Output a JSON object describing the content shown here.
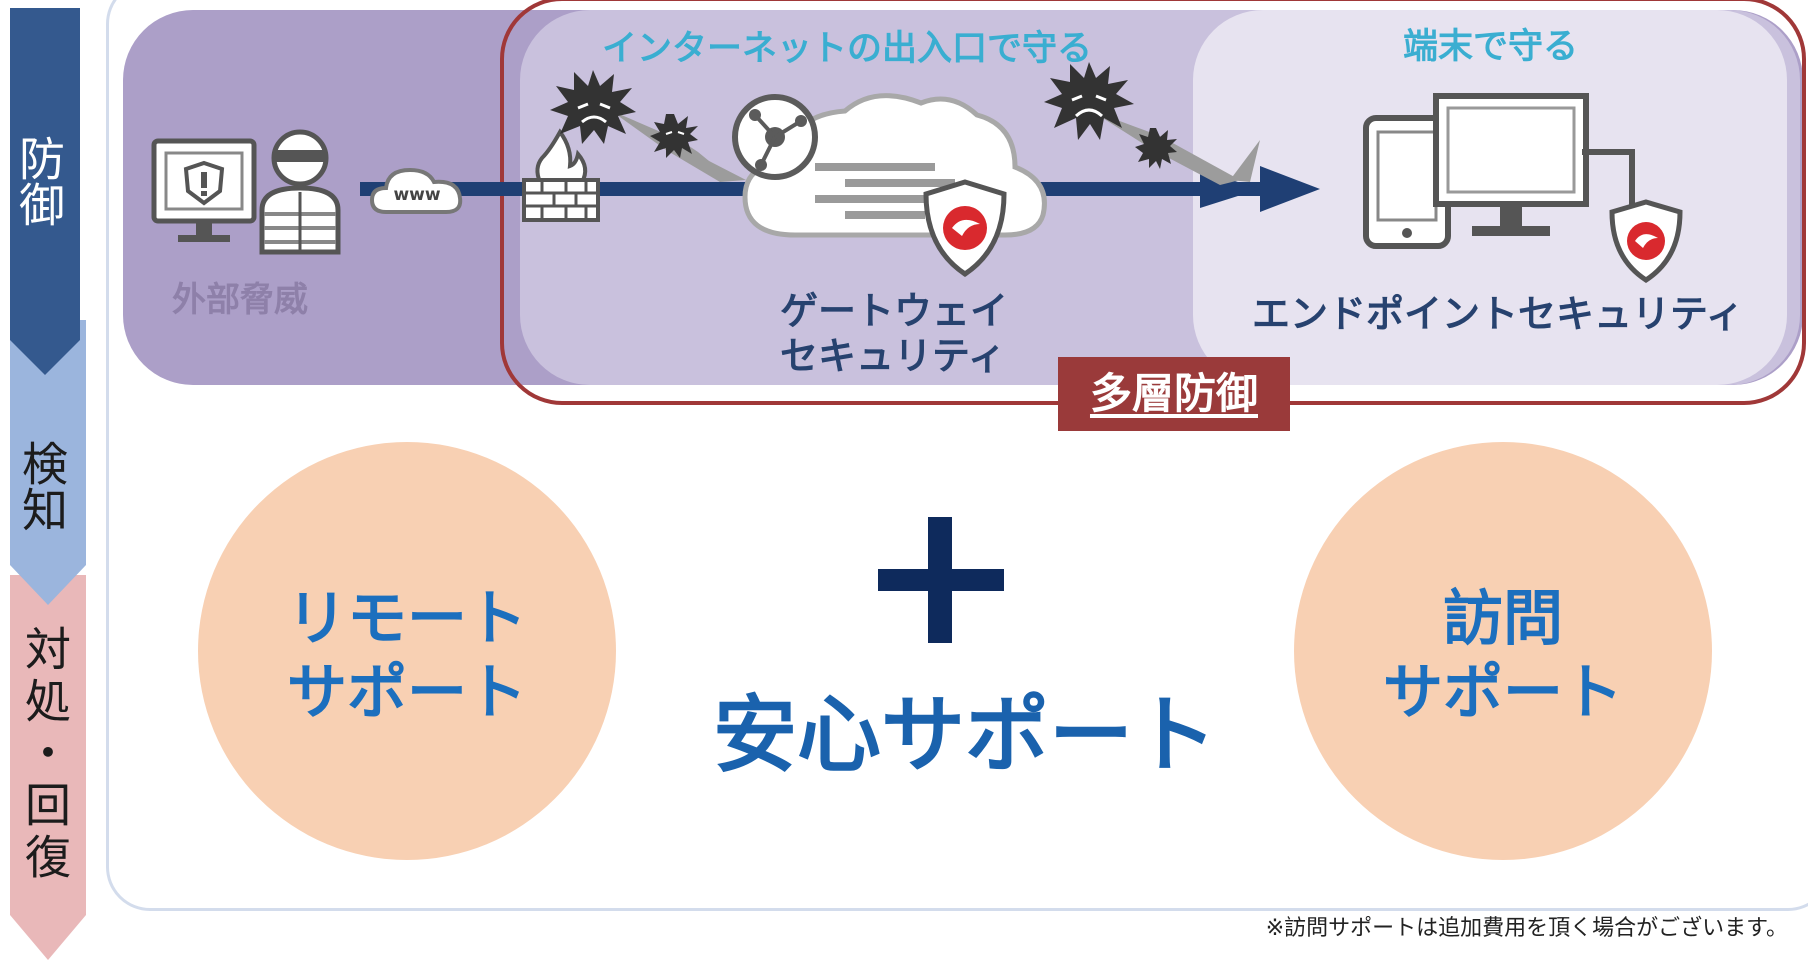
{
  "stages": [
    "防御",
    "検知",
    "対処・回復"
  ],
  "threat_zone": {
    "label": "外部脅威",
    "www_label": "www"
  },
  "gateway_zone": {
    "heading": "インターネットの出入口で守る",
    "label_line1": "ゲートウェイ",
    "label_line2": "セキュリティ"
  },
  "endpoint_zone": {
    "heading": "端末で守る",
    "label": "エンドポイントセキュリティ"
  },
  "multi_layer_tag": "多層防御",
  "support": {
    "remote_line1": "リモート",
    "remote_line2": "サポート",
    "plus_symbol": "+",
    "center_title": "安心サポート",
    "visit_line1": "訪問",
    "visit_line2": "サポート"
  },
  "footnote": "※訪問サポートは追加費用を頂く場合がございます。",
  "colors": {
    "stage_defense": "#34598e",
    "stage_detect": "#9bb5dd",
    "stage_respond": "#e9b8b9",
    "threat_band": "#ac9fc8",
    "gateway_band": "#c9c1dd",
    "endpoint_band": "#e7e3f0",
    "multi_layer_border": "#a03838",
    "flow_arrow": "#1f3f74",
    "support_circle": "#f8d0b3",
    "support_text": "#1c6fbe",
    "plus_color": "#0e2a5c"
  },
  "icons": [
    "warning-monitor-icon",
    "hacker-icon",
    "www-cloud-icon",
    "firewall-icon",
    "virus-icon",
    "cloud-network-icon",
    "shield-icon",
    "tablet-icon",
    "desktop-icon"
  ]
}
